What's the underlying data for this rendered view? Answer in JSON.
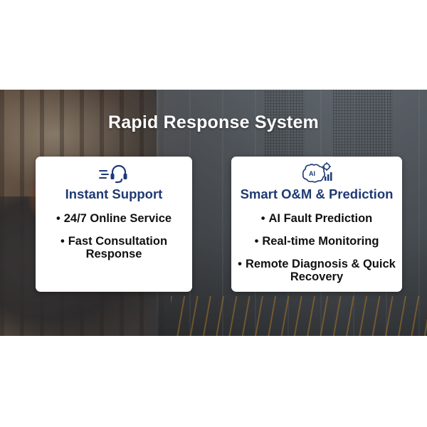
{
  "banner": {
    "title": "Rapid Response System"
  },
  "cards": [
    {
      "heading": "Instant Support",
      "icon": "headset-icon",
      "items": [
        {
          "bullet": "•",
          "text": "24/7 Online Service"
        },
        {
          "bullet": "•",
          "text": "Fast Consultation Response"
        }
      ]
    },
    {
      "heading": "Smart O&M & Prediction",
      "icon": "ai-brain-icon",
      "icon_text": "AI",
      "items": [
        {
          "bullet": "•",
          "text": "AI Fault Prediction"
        },
        {
          "bullet": "•",
          "text": "Real-time Monitoring"
        },
        {
          "bullet": "•",
          "text": "Remote Diagnosis & Quick Recovery"
        }
      ]
    }
  ],
  "colors": {
    "heading": "#1f3a74",
    "body_text": "#111111",
    "title": "#ffffff",
    "card_bg": "#ffffff"
  }
}
